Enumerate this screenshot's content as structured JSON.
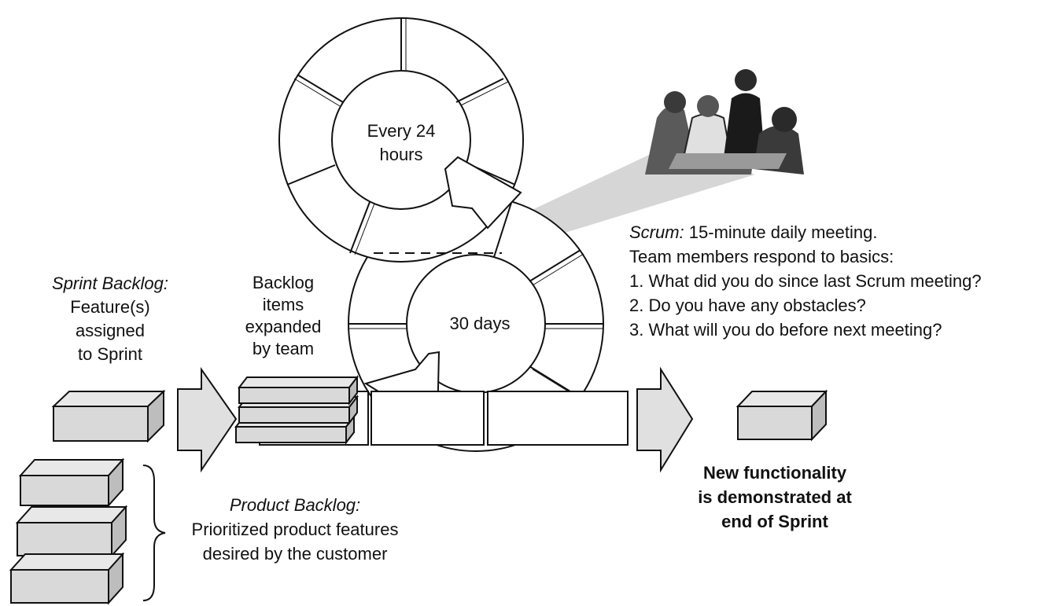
{
  "cycle": {
    "daily_label_line1": "Every 24",
    "daily_label_line2": "hours",
    "sprint_label": "30 days"
  },
  "sprint_backlog": {
    "title": "Sprint Backlog:",
    "line1": "Feature(s)",
    "line2": "assigned",
    "line3": "to Sprint"
  },
  "expanded": {
    "line1": "Backlog",
    "line2": "items",
    "line3": "expanded",
    "line4": "by team"
  },
  "scrum": {
    "title": "Scrum:",
    "title_rest": " 15-minute daily meeting.",
    "line2": "Team members respond to basics:",
    "q1": "1. What did you do since last Scrum meeting?",
    "q2": "2. Do you have any obstacles?",
    "q3": "3. What will you do before next meeting?"
  },
  "product_backlog": {
    "title": "Product Backlog:",
    "line1": "Prioritized product features",
    "line2": "desired by the customer"
  },
  "result": {
    "line1": "New functionality",
    "line2": "is demonstrated at",
    "line3": "end of Sprint"
  },
  "colors": {
    "box_fill": "#d9d9d9",
    "box_top": "#e8e8e8",
    "box_side": "#bdbdbd",
    "stroke": "#111111",
    "beam": "#d6d6d6",
    "arrow_fill": "#e0e0e0"
  }
}
